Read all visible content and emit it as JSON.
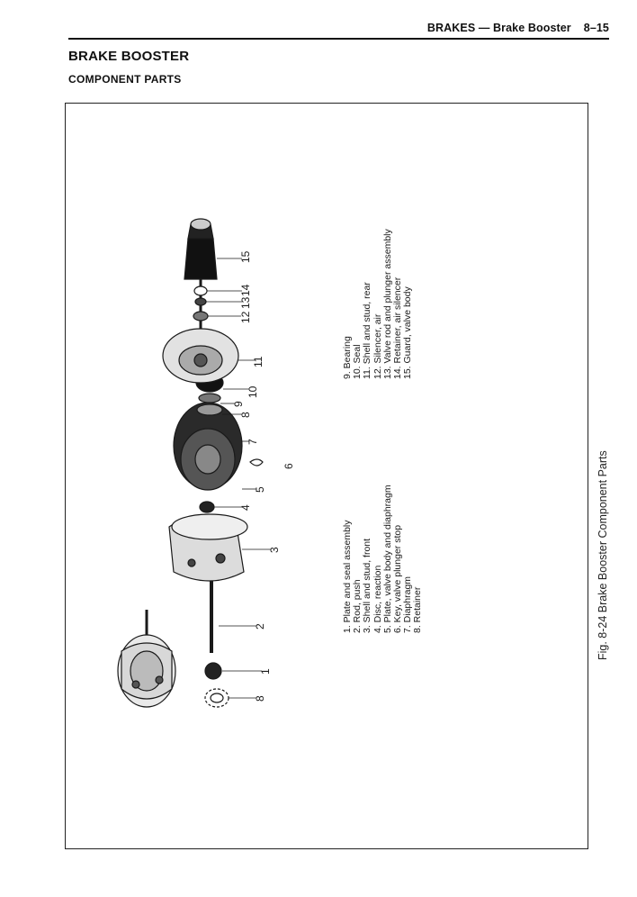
{
  "header": {
    "section": "BRAKES — Brake Booster",
    "page_number": "8–15"
  },
  "title": "BRAKE BOOSTER",
  "subtitle": "COMPONENT PARTS",
  "legend_left": [
    "1.  Plate and seal assembly",
    "2.  Rod, push",
    "3.  Shell and stud, front",
    "4.  Disc, reaction",
    "5.  Plate, valve body and diaphragm",
    "6.  Key, valve plunger stop",
    "7.  Diaphragm",
    "8.  Retainer"
  ],
  "legend_right": [
    "9.  Bearing",
    "10.  Seal",
    "11.  Shell and stud, rear",
    "12.  Silencer, air",
    "13.  Valve rod and plunger assembly",
    "14.  Retainer, air silencer",
    "15.  Guard, valve body"
  ],
  "callouts": [
    "1",
    "2",
    "3",
    "4",
    "5",
    "6",
    "7",
    "8",
    "8",
    "9",
    "10",
    "11",
    "12",
    "13",
    "14",
    "15"
  ],
  "caption": "Fig. 8-24  Brake Booster Component Parts"
}
